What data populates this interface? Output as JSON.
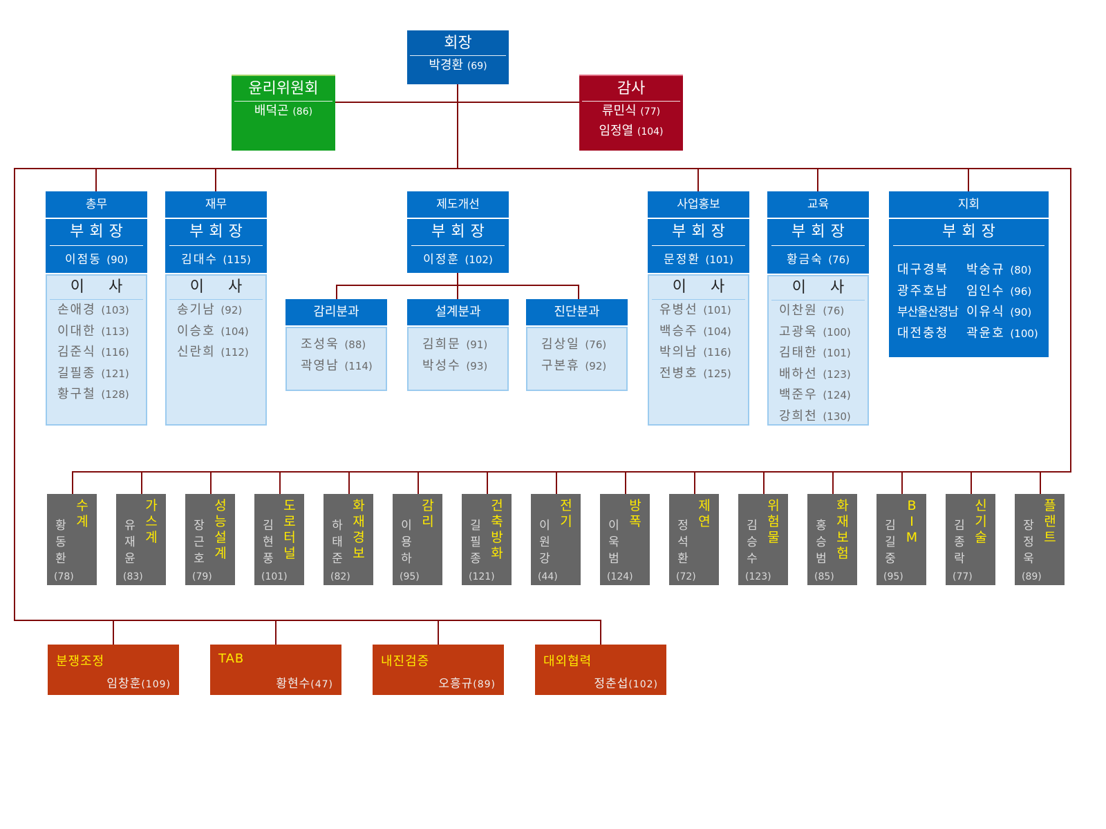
{
  "president": {
    "title": "회장",
    "name": "박경환",
    "id": "(69)"
  },
  "ethics": {
    "title": "윤리위원회",
    "members": [
      {
        "name": "배덕곤",
        "id": "(86)"
      }
    ]
  },
  "audit": {
    "title": "감사",
    "members": [
      {
        "name": "류민식",
        "id": "(77)"
      },
      {
        "name": "임정열",
        "id": "(104)"
      }
    ]
  },
  "departments": [
    {
      "dept": "총무",
      "vp_title": "부회장",
      "vp": {
        "name": "이점동",
        "id": "(90)"
      },
      "directors_title": "이 사",
      "directors": [
        {
          "name": "손애경",
          "id": "(103)"
        },
        {
          "name": "이대한",
          "id": "(113)"
        },
        {
          "name": "김준식",
          "id": "(116)"
        },
        {
          "name": "길필종",
          "id": "(121)"
        },
        {
          "name": "황구철",
          "id": "(128)"
        }
      ]
    },
    {
      "dept": "재무",
      "vp_title": "부회장",
      "vp": {
        "name": "김대수",
        "id": "(115)"
      },
      "directors_title": "이 사",
      "directors": [
        {
          "name": "송기남",
          "id": "(92)"
        },
        {
          "name": "이승호",
          "id": "(104)"
        },
        {
          "name": "신란희",
          "id": "(112)"
        }
      ]
    },
    {
      "dept": "제도개선",
      "vp_title": "부회장",
      "vp": {
        "name": "이정훈",
        "id": "(102)"
      },
      "subcommittees": [
        {
          "title": "감리분과",
          "members": [
            {
              "name": "조성욱",
              "id": "(88)"
            },
            {
              "name": "곽영남",
              "id": "(114)"
            }
          ]
        },
        {
          "title": "설계분과",
          "members": [
            {
              "name": "김희문",
              "id": "(91)"
            },
            {
              "name": "박성수",
              "id": "(93)"
            }
          ]
        },
        {
          "title": "진단분과",
          "members": [
            {
              "name": "김상일",
              "id": "(76)"
            },
            {
              "name": "구본휴",
              "id": "(92)"
            }
          ]
        }
      ]
    },
    {
      "dept": "사업홍보",
      "vp_title": "부회장",
      "vp": {
        "name": "문정환",
        "id": "(101)"
      },
      "directors_title": "이 사",
      "directors": [
        {
          "name": "유병선",
          "id": "(101)"
        },
        {
          "name": "백승주",
          "id": "(104)"
        },
        {
          "name": "박의남",
          "id": "(116)"
        },
        {
          "name": "전병호",
          "id": "(125)"
        }
      ]
    },
    {
      "dept": "교육",
      "vp_title": "부회장",
      "vp": {
        "name": "황금숙",
        "id": "(76)"
      },
      "directors_title": "이 사",
      "directors": [
        {
          "name": "이찬원",
          "id": "(76)"
        },
        {
          "name": "고광욱",
          "id": "(100)"
        },
        {
          "name": "김태한",
          "id": "(101)"
        },
        {
          "name": "배하선",
          "id": "(123)"
        },
        {
          "name": "백준우",
          "id": "(124)"
        },
        {
          "name": "강희천",
          "id": "(130)"
        }
      ]
    },
    {
      "dept": "지회",
      "vp_title": "부회장",
      "branches": [
        {
          "region": "대구경북",
          "name": "박숭규",
          "id": "(80)"
        },
        {
          "region": "광주호남",
          "name": "임인수",
          "id": "(96)"
        },
        {
          "region": "부산울산경남",
          "name": "이유식",
          "id": "(90)"
        },
        {
          "region": "대전충청",
          "name": "곽윤호",
          "id": "(100)"
        }
      ]
    }
  ],
  "committees": [
    {
      "title": "수계",
      "name": "황동환",
      "id": "(78)"
    },
    {
      "title": "가스계",
      "name": "유재윤",
      "id": "(83)"
    },
    {
      "title": "성능설계",
      "name": "장근호",
      "id": "(79)"
    },
    {
      "title": "도로터널",
      "name": "김현풍",
      "id": "(101)"
    },
    {
      "title": "화재경보",
      "name": "하태준",
      "id": "(82)"
    },
    {
      "title": "감리",
      "name": "이용하",
      "id": "(95)"
    },
    {
      "title": "건축방화",
      "name": "길필종",
      "id": "(121)"
    },
    {
      "title": "전기",
      "name": "이원강",
      "id": "(44)"
    },
    {
      "title": "방폭",
      "name": "이욱범",
      "id": "(124)"
    },
    {
      "title": "제연",
      "name": "정석환",
      "id": "(72)"
    },
    {
      "title": "위험물",
      "name": "김승수",
      "id": "(123)"
    },
    {
      "title": "화재보험",
      "name": "홍승범",
      "id": "(85)"
    },
    {
      "title": "BIM",
      "name": "김길중",
      "id": "(95)"
    },
    {
      "title": "신기술",
      "name": "김종락",
      "id": "(77)"
    },
    {
      "title": "플랜트",
      "name": "장정욱",
      "id": "(89)"
    }
  ],
  "special": [
    {
      "title": "분쟁조정",
      "name": "임창훈",
      "id": "(109)"
    },
    {
      "title": "TAB",
      "name": "황현수",
      "id": "(47)"
    },
    {
      "title": "내진검증",
      "name": "오흥규",
      "id": "(89)"
    },
    {
      "title": "대외협력",
      "name": "정춘섭",
      "id": "(102)"
    }
  ],
  "colors": {
    "president": "#0460b0",
    "ethics": "#10a020",
    "audit": "#a2051f",
    "dept": "#0470c8",
    "director_bg": "#d5e8f7",
    "committee": "#666666",
    "committee_title": "#ffea00",
    "special": "#bf3a10",
    "connector": "#7f0a0a"
  }
}
